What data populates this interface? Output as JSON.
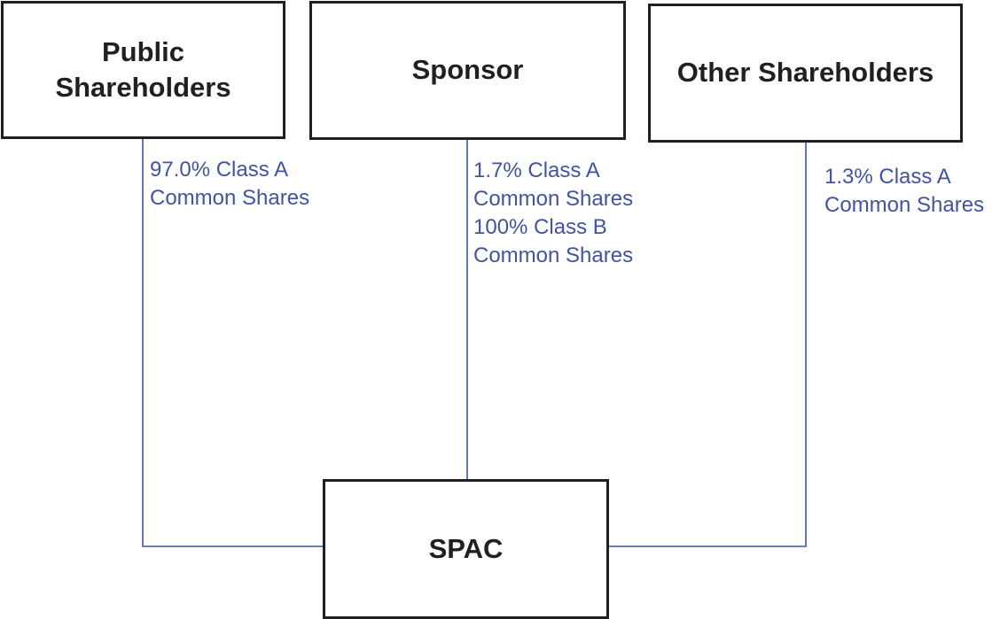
{
  "diagram": {
    "colors": {
      "box_border": "#231f20",
      "connector": "#4154a0",
      "label_text": "#4154a0"
    },
    "nodes": {
      "public_shareholders": {
        "line1": "Public",
        "line2": "Shareholders"
      },
      "sponsor": {
        "label": "Sponsor"
      },
      "other_shareholders": {
        "label": "Other Shareholders"
      },
      "spac": {
        "label": "SPAC"
      }
    },
    "edges": {
      "public_to_spac": {
        "line1": "97.0% Class A",
        "line2": "Common Shares"
      },
      "sponsor_to_spac": {
        "line1": "1.7% Class A",
        "line2": "Common Shares",
        "line3": "100% Class B",
        "line4": "Common Shares"
      },
      "other_to_spac": {
        "line1": "1.3% Class A",
        "line2": "Common Shares"
      }
    }
  }
}
